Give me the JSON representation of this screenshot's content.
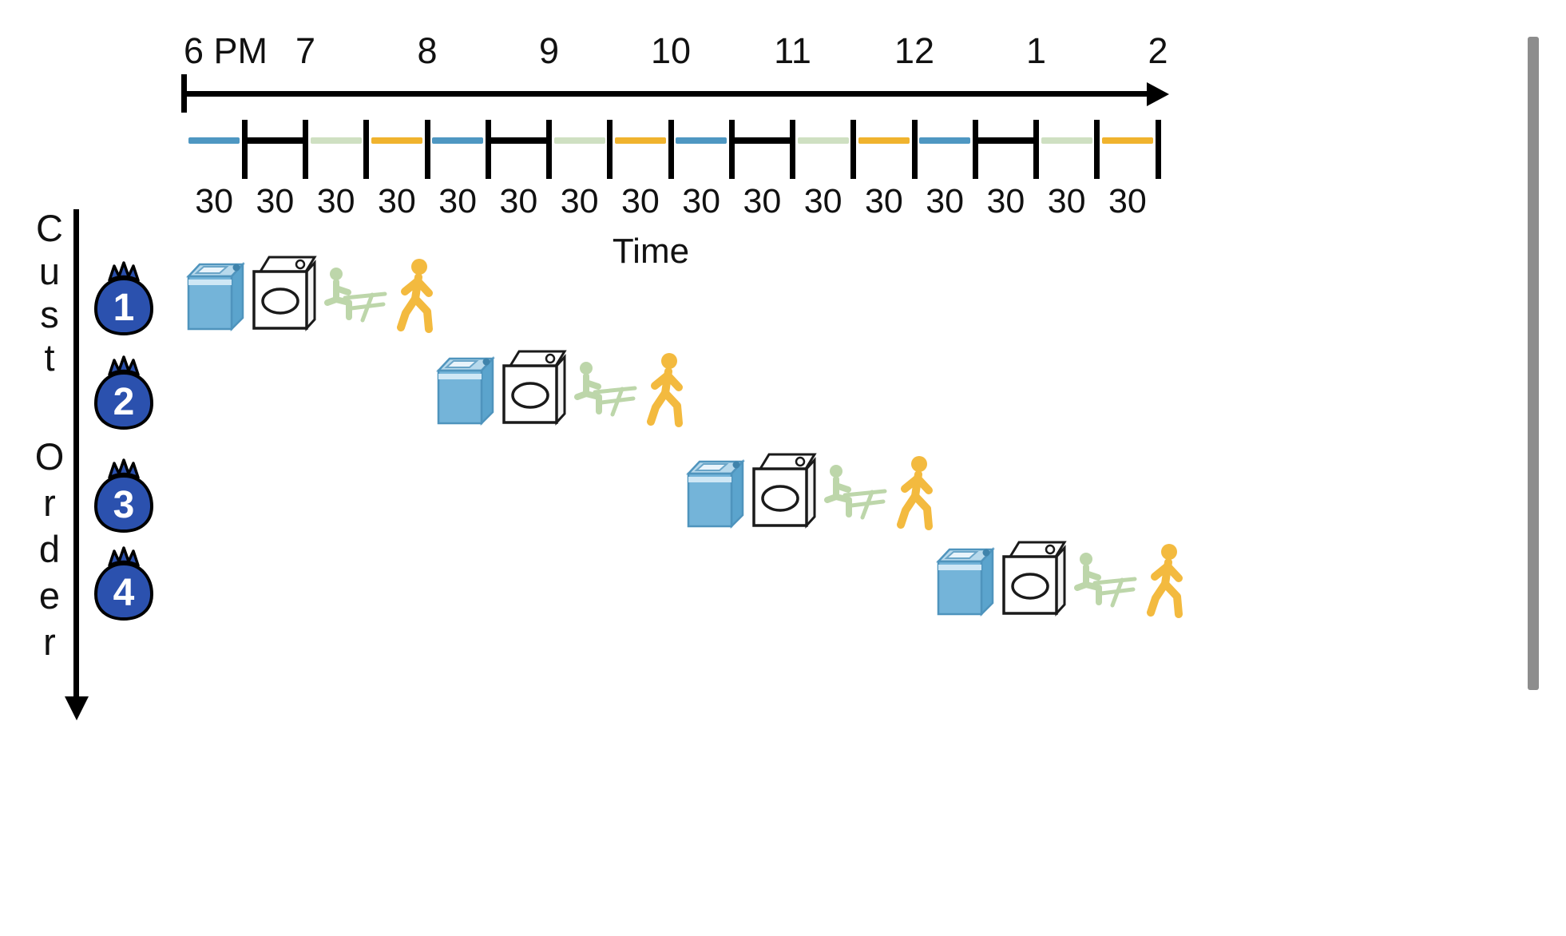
{
  "time_axis": {
    "title": "Time",
    "hours": [
      "6 PM",
      "7",
      "8",
      "9",
      "10",
      "11",
      "12",
      "1",
      "2"
    ],
    "segments": [
      {
        "stage": "wash",
        "duration": "30"
      },
      {
        "stage": "dry",
        "duration": "30"
      },
      {
        "stage": "fold",
        "duration": "30"
      },
      {
        "stage": "putaway",
        "duration": "30"
      },
      {
        "stage": "wash",
        "duration": "30"
      },
      {
        "stage": "dry",
        "duration": "30"
      },
      {
        "stage": "fold",
        "duration": "30"
      },
      {
        "stage": "putaway",
        "duration": "30"
      },
      {
        "stage": "wash",
        "duration": "30"
      },
      {
        "stage": "dry",
        "duration": "30"
      },
      {
        "stage": "fold",
        "duration": "30"
      },
      {
        "stage": "putaway",
        "duration": "30"
      },
      {
        "stage": "wash",
        "duration": "30"
      },
      {
        "stage": "dry",
        "duration": "30"
      },
      {
        "stage": "fold",
        "duration": "30"
      },
      {
        "stage": "putaway",
        "duration": "30"
      }
    ]
  },
  "customer_axis": {
    "word1": "Cust",
    "word2": "Order"
  },
  "customers": [
    {
      "number": "1",
      "tasks": [
        "washer",
        "dryer",
        "folding",
        "walking"
      ]
    },
    {
      "number": "2",
      "tasks": [
        "washer",
        "dryer",
        "folding",
        "walking"
      ]
    },
    {
      "number": "3",
      "tasks": [
        "washer",
        "dryer",
        "folding",
        "walking"
      ]
    },
    {
      "number": "4",
      "tasks": [
        "washer",
        "dryer",
        "folding",
        "walking"
      ]
    }
  ],
  "colors": {
    "stages": {
      "wash": "#4e97c2",
      "dry": "#000000",
      "fold": "#cfe0c2",
      "putaway": "#f0b32e"
    },
    "washer_icon": "#74b4d9",
    "folding_icon": "#bdd6aa",
    "walking_icon": "#f3ba3f",
    "bag_fill": "#2b51ae",
    "scrollbar": "#8d8d8d"
  }
}
